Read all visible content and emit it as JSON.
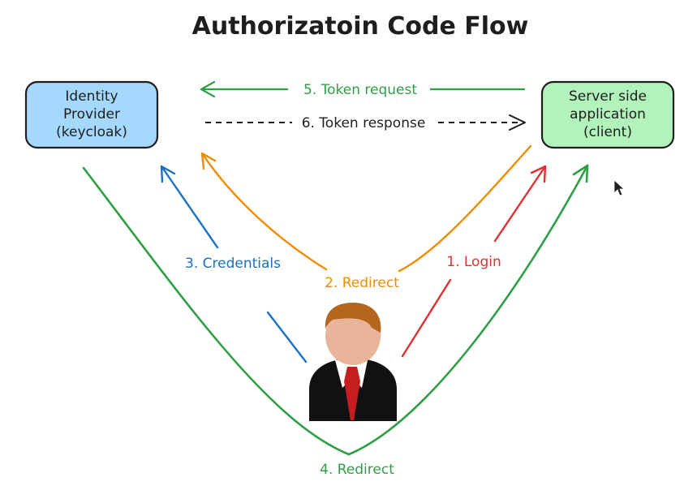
{
  "title": "Authorizatoin Code Flow",
  "nodes": {
    "identity_provider": {
      "lines": [
        "Identity",
        "Provider",
        "(keycloak)"
      ],
      "fill": "#a5d8ff",
      "stroke": "#1e1e1e"
    },
    "server_app": {
      "lines": [
        "Server side",
        "application",
        "(client)"
      ],
      "fill": "#b2f2bb",
      "stroke": "#1e1e1e"
    },
    "user": {
      "icon": "businessman-icon",
      "skin": "#e8b59a",
      "hair": "#b5651d",
      "suit": "#111111",
      "shirt": "#ffffff",
      "tie": "#c41e1e"
    }
  },
  "edges": [
    {
      "id": "login",
      "label": "1. Login",
      "color": "#e03131",
      "from": "user",
      "to": "server_app"
    },
    {
      "id": "redirect-to-idp",
      "label": "2. Redirect",
      "color": "#f08c00",
      "from": "server_app",
      "to": "identity_provider"
    },
    {
      "id": "credentials",
      "label": "3. Credentials",
      "color": "#1971c2",
      "from": "user",
      "to": "identity_provider"
    },
    {
      "id": "redirect-to-app",
      "label": "4. Redirect",
      "color": "#2f9e44",
      "from": "identity_provider",
      "to": "server_app"
    },
    {
      "id": "token-request",
      "label": "5. Token request",
      "color": "#2f9e44",
      "from": "server_app",
      "to": "identity_provider"
    },
    {
      "id": "token-response",
      "label": "6. Token response",
      "color": "#1e1e1e",
      "from": "identity_provider",
      "to": "server_app",
      "style": "dashed"
    }
  ],
  "cursor_icon": "mouse-pointer-icon"
}
